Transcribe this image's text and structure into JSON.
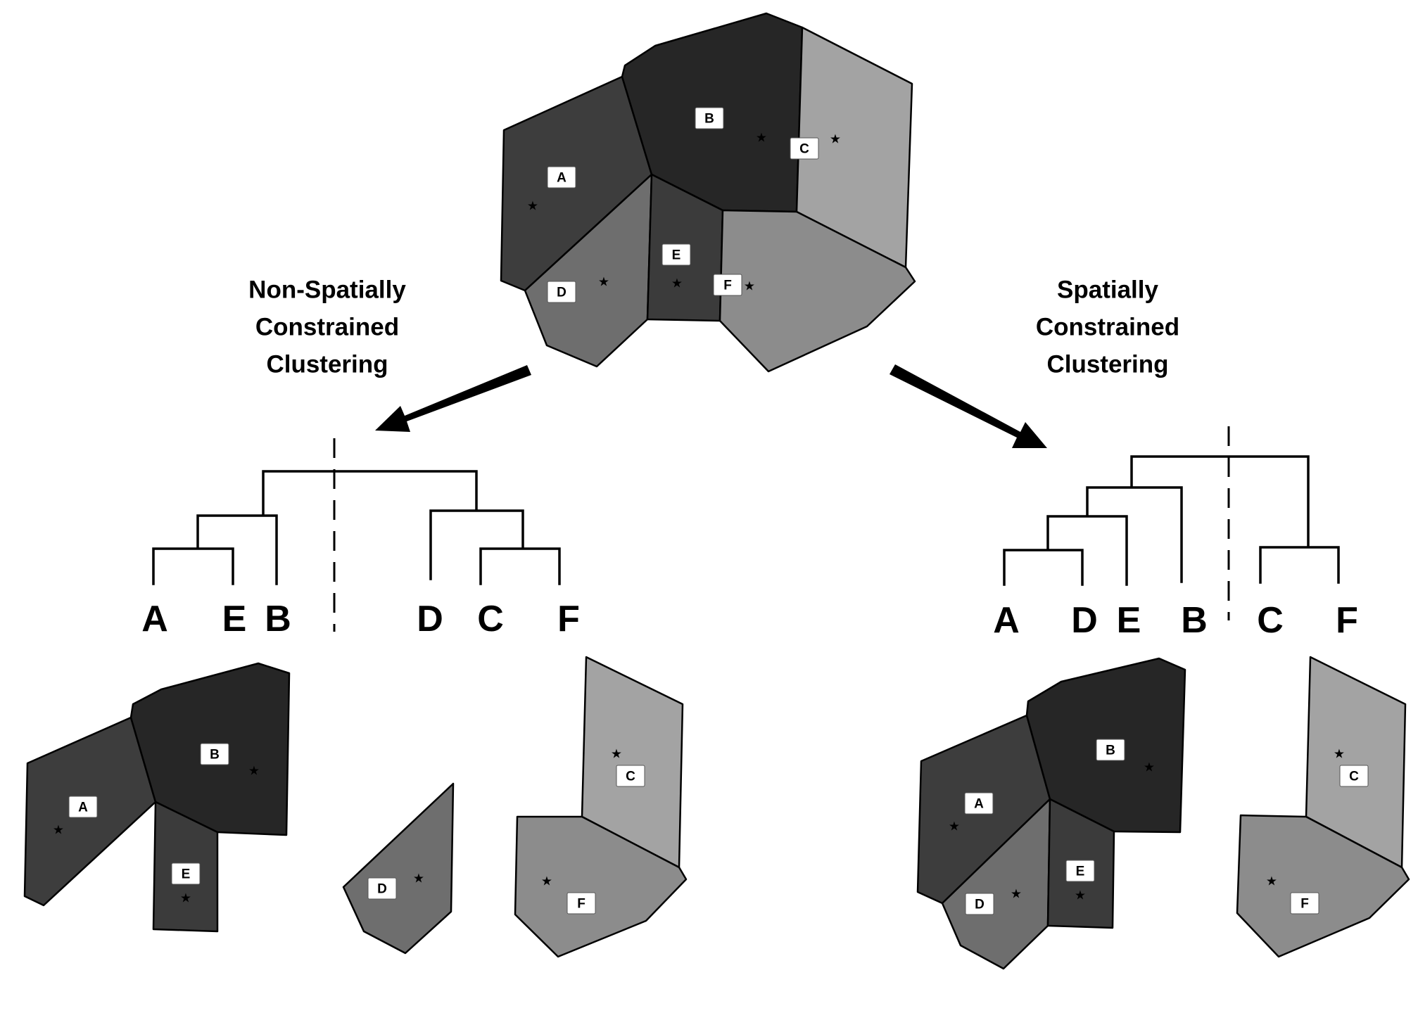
{
  "figure": {
    "left_method": {
      "title_lines": [
        "Non-Spatially",
        "Constrained",
        "Clustering"
      ],
      "dendrogram_leaf_order": [
        "A",
        "E",
        "B",
        "D",
        "C",
        "F"
      ],
      "clusters": [
        [
          "A",
          "E",
          "B"
        ],
        [
          "D",
          "C",
          "F"
        ]
      ]
    },
    "right_method": {
      "title_lines": [
        "Spatially",
        "Constrained",
        "Clustering"
      ],
      "dendrogram_leaf_order": [
        "A",
        "D",
        "E",
        "B",
        "C",
        "F"
      ],
      "clusters": [
        [
          "A",
          "D",
          "E",
          "B"
        ],
        [
          "C",
          "F"
        ]
      ]
    },
    "regions": {
      "A": {
        "label": "A",
        "fill": "#3d3d3d"
      },
      "B": {
        "label": "B",
        "fill": "#262626"
      },
      "C": {
        "label": "C",
        "fill": "#a3a3a3"
      },
      "D": {
        "label": "D",
        "fill": "#6e6e6e"
      },
      "E": {
        "label": "E",
        "fill": "#3b3b3b"
      },
      "F": {
        "label": "F",
        "fill": "#8c8c8c"
      }
    },
    "centroid_marker": "★",
    "colors": {
      "line": "#000000",
      "background": "#ffffff",
      "label_box": "#ffffff"
    }
  }
}
